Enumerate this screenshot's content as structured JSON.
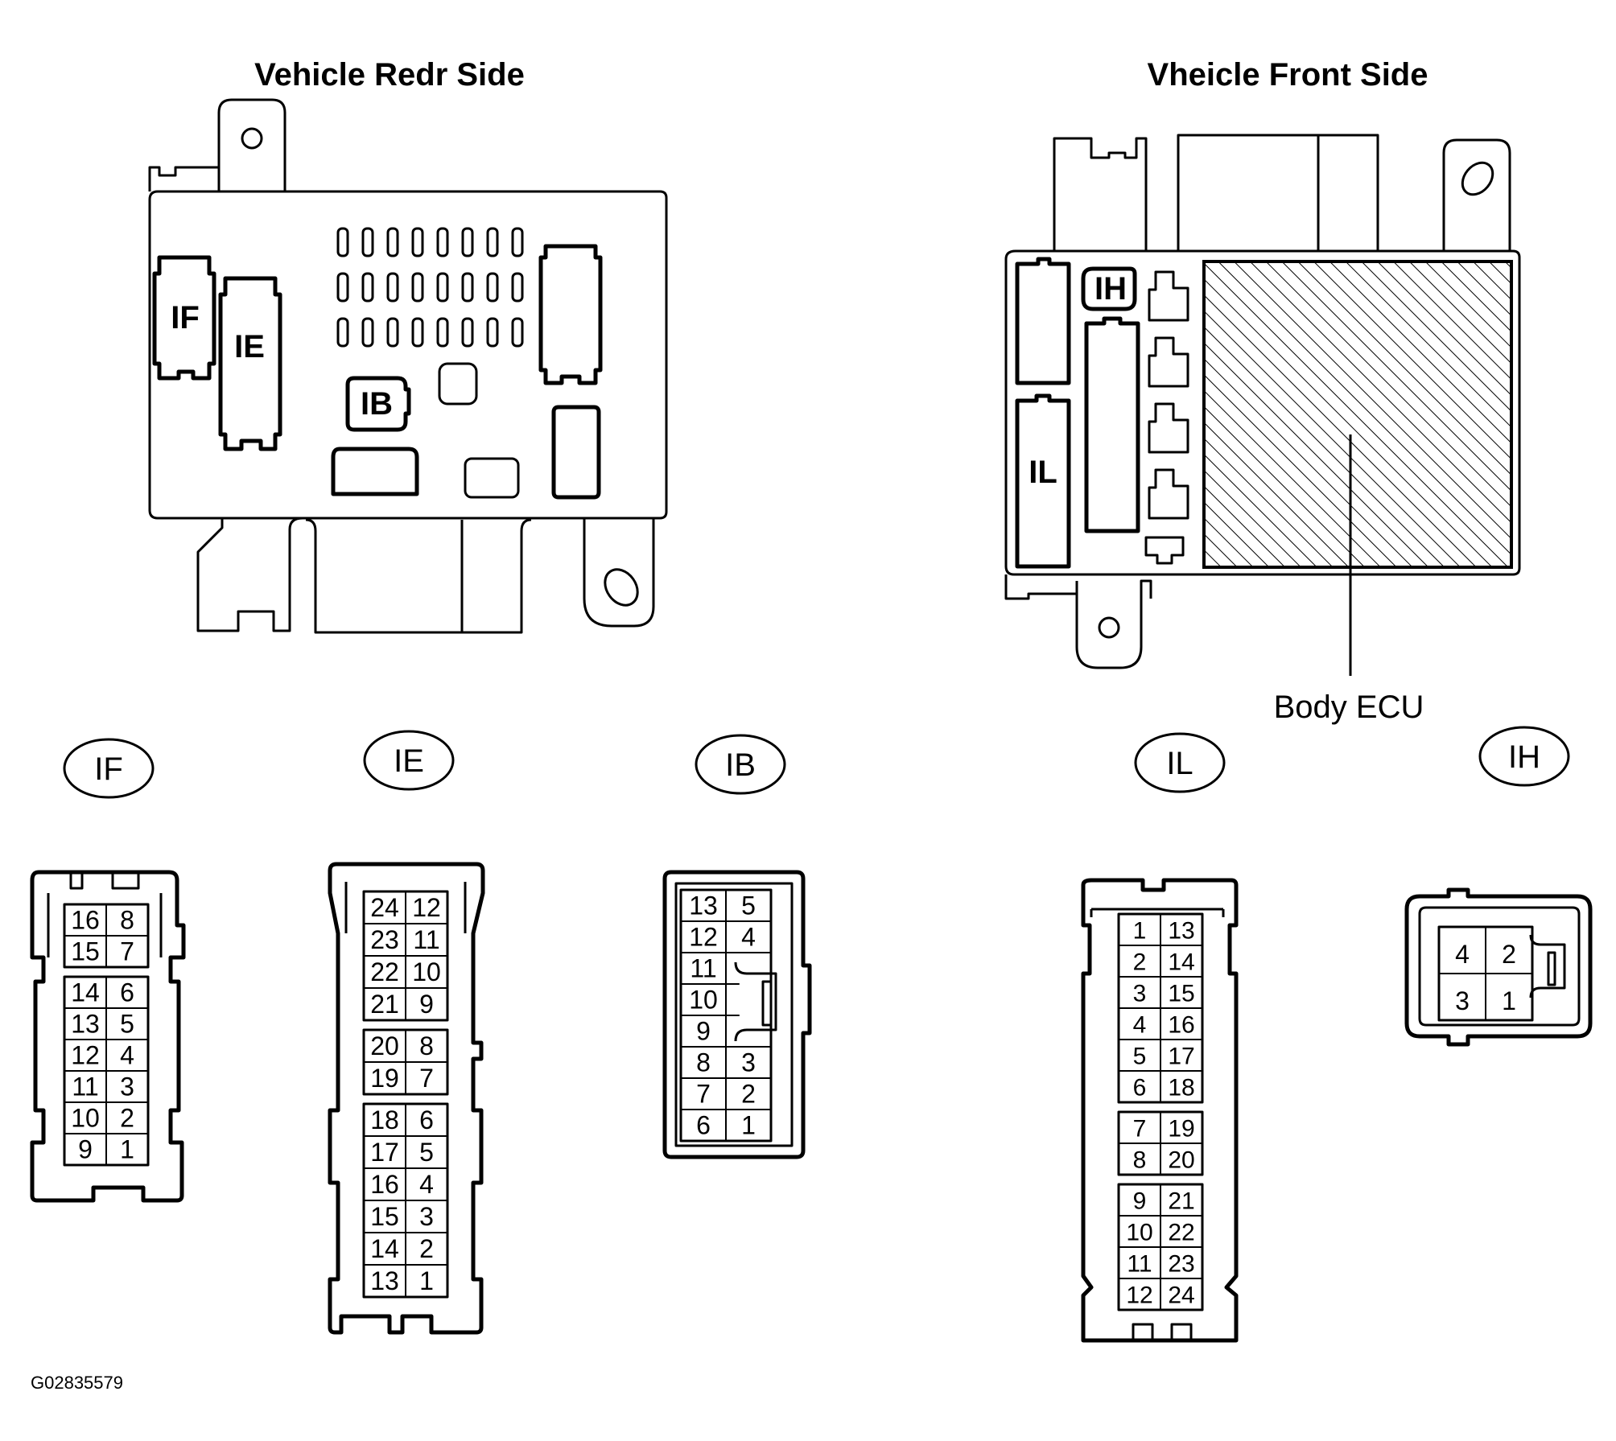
{
  "headers": {
    "rear": "Vehicle Redr Side",
    "front": "Vheicle Front Side"
  },
  "body_ecu_label": "Body ECU",
  "box_labels": {
    "IF": "IF",
    "IE": "IE",
    "IB": "IB",
    "IH": "IH",
    "IL": "IL"
  },
  "connectors": {
    "IF": {
      "label": "IF",
      "pins": [
        [
          "16",
          "8"
        ],
        [
          "15",
          "7"
        ],
        [
          "14",
          "6"
        ],
        [
          "13",
          "5"
        ],
        [
          "12",
          "4"
        ],
        [
          "11",
          "3"
        ],
        [
          "10",
          "2"
        ],
        [
          "9",
          "1"
        ]
      ]
    },
    "IE": {
      "label": "IE",
      "pins": [
        [
          "24",
          "12"
        ],
        [
          "23",
          "11"
        ],
        [
          "22",
          "10"
        ],
        [
          "21",
          "9"
        ],
        [
          "20",
          "8"
        ],
        [
          "19",
          "7"
        ],
        [
          "18",
          "6"
        ],
        [
          "17",
          "5"
        ],
        [
          "16",
          "4"
        ],
        [
          "15",
          "3"
        ],
        [
          "14",
          "2"
        ],
        [
          "13",
          "1"
        ]
      ]
    },
    "IB": {
      "label": "IB",
      "pins": [
        [
          "13",
          "5"
        ],
        [
          "12",
          "4"
        ],
        [
          "11",
          ""
        ],
        [
          "10",
          ""
        ],
        [
          "9",
          ""
        ],
        [
          "8",
          "3"
        ],
        [
          "7",
          "2"
        ],
        [
          "6",
          "1"
        ]
      ]
    },
    "IL": {
      "label": "IL",
      "pins": [
        [
          "1",
          "13"
        ],
        [
          "2",
          "14"
        ],
        [
          "3",
          "15"
        ],
        [
          "4",
          "16"
        ],
        [
          "5",
          "17"
        ],
        [
          "6",
          "18"
        ],
        [
          "7",
          "19"
        ],
        [
          "8",
          "20"
        ],
        [
          "9",
          "21"
        ],
        [
          "10",
          "22"
        ],
        [
          "11",
          "23"
        ],
        [
          "12",
          "24"
        ]
      ]
    },
    "IH": {
      "label": "IH",
      "pins": [
        [
          "4",
          "2"
        ],
        [
          "3",
          "1"
        ]
      ]
    }
  },
  "figure_code": "G02835579"
}
